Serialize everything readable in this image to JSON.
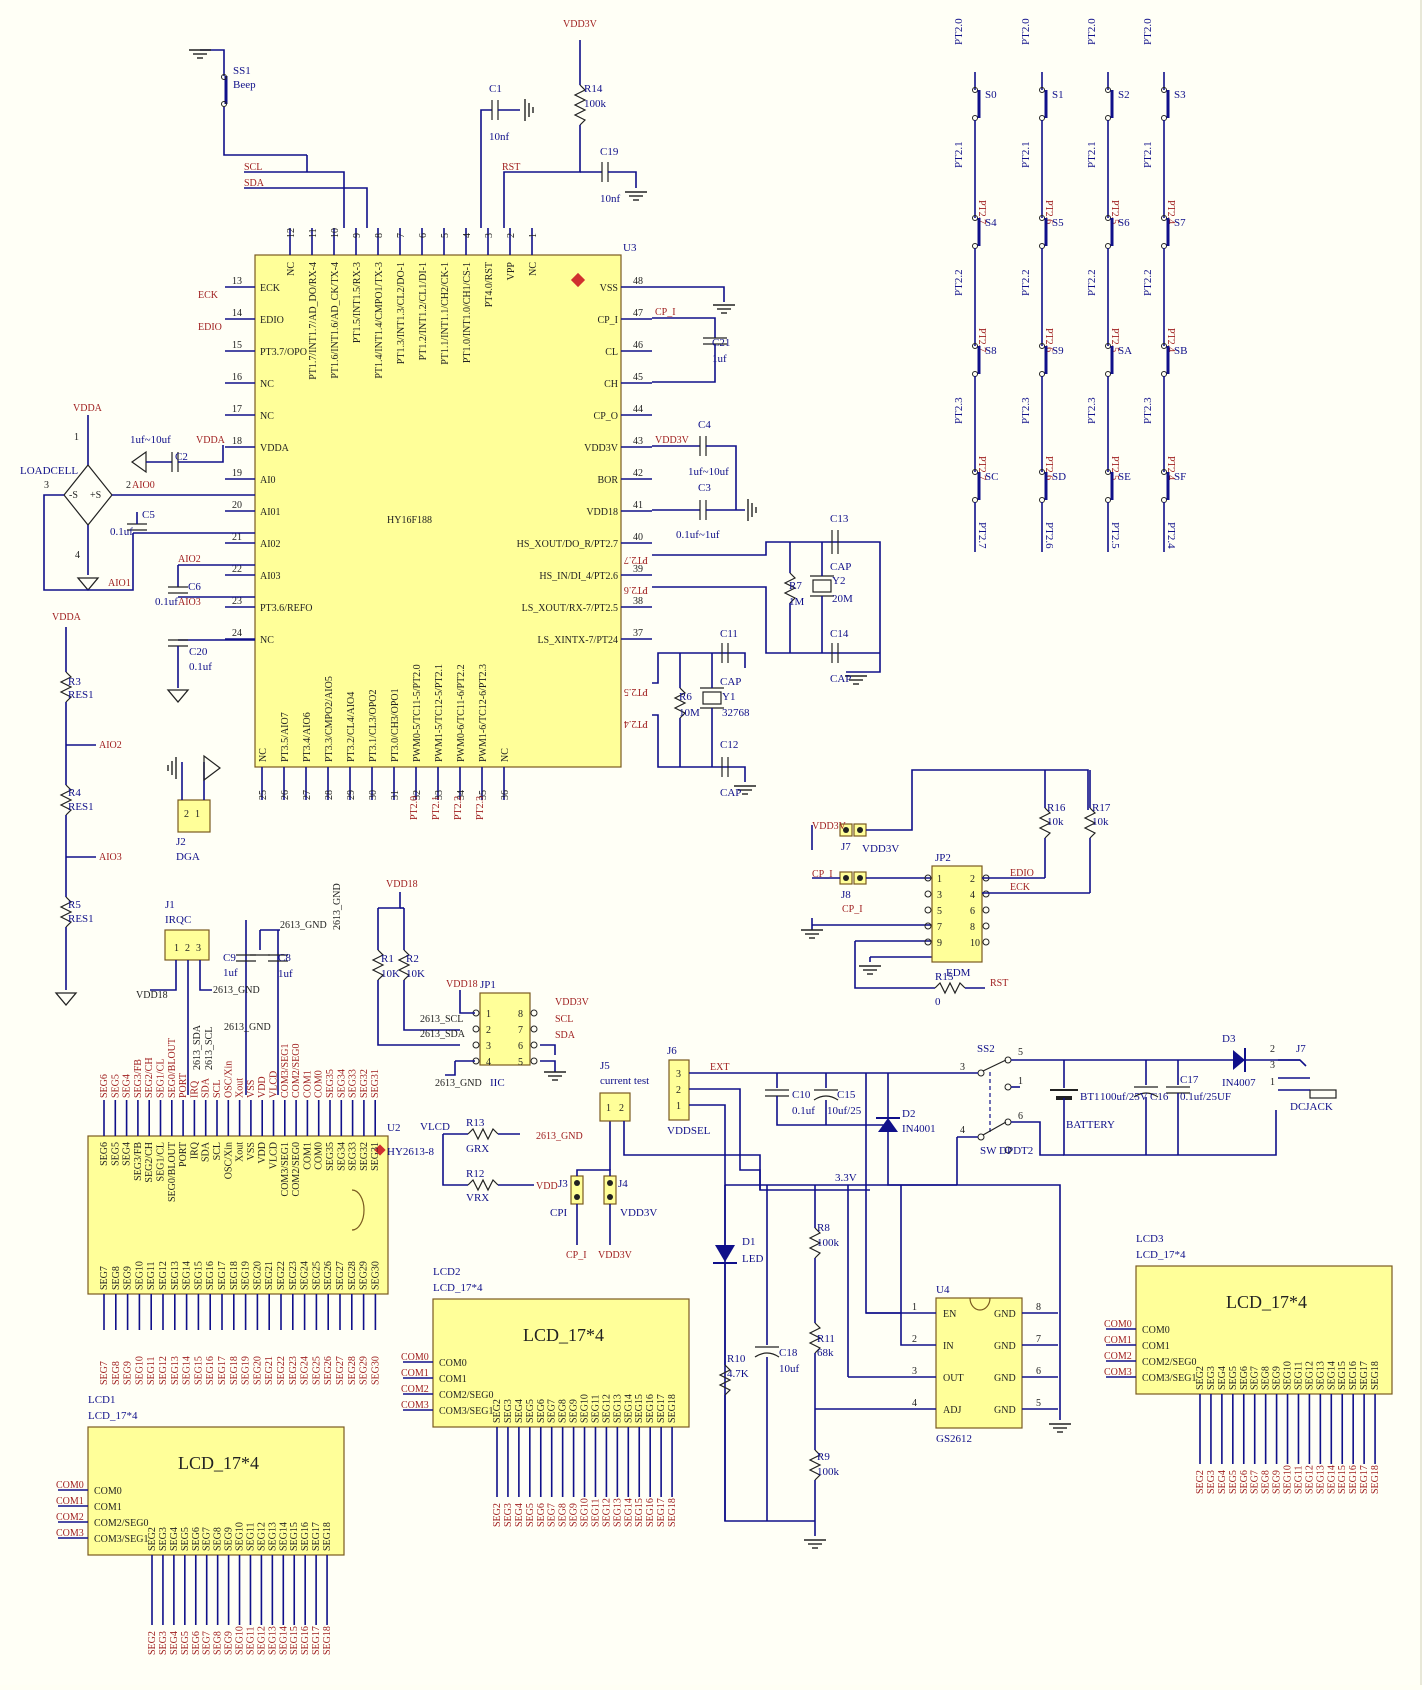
{
  "colors": {
    "wire": "#10108a",
    "body": "#ffff99",
    "net": "#a02020",
    "background": "#fffff6"
  },
  "u3": {
    "ref": "U3",
    "name": "HY16F188",
    "left_pins": [
      {
        "num": "13",
        "label": "ECK",
        "net": "ECK"
      },
      {
        "num": "14",
        "label": "EDIO",
        "net": "EDIO"
      },
      {
        "num": "15",
        "label": "PT3.7/OPO",
        "net": ""
      },
      {
        "num": "16",
        "label": "NC",
        "net": ""
      },
      {
        "num": "17",
        "label": "NC",
        "net": ""
      },
      {
        "num": "18",
        "label": "VDDA",
        "net": "VDDA"
      },
      {
        "num": "19",
        "label": "AI0",
        "net": ""
      },
      {
        "num": "20",
        "label": "AI01",
        "net": ""
      },
      {
        "num": "21",
        "label": "AI02",
        "net": "AIO2"
      },
      {
        "num": "22",
        "label": "AI03",
        "net": "AIO3"
      },
      {
        "num": "23",
        "label": "PT3.6/REFO",
        "net": ""
      },
      {
        "num": "24",
        "label": "NC",
        "net": ""
      }
    ],
    "right_pins": [
      {
        "num": "48",
        "label": "VSS",
        "net": ""
      },
      {
        "num": "47",
        "label": "CP_I",
        "net": "CP_I"
      },
      {
        "num": "46",
        "label": "CL",
        "net": ""
      },
      {
        "num": "45",
        "label": "CH",
        "net": ""
      },
      {
        "num": "44",
        "label": "CP_O",
        "net": ""
      },
      {
        "num": "43",
        "label": "VDD3V",
        "net": "VDD3V"
      },
      {
        "num": "42",
        "label": "BOR",
        "net": ""
      },
      {
        "num": "41",
        "label": "VDD18",
        "net": ""
      },
      {
        "num": "40",
        "label": "HS_XOUT/DO_R/PT2.7",
        "net": "PT2.7"
      },
      {
        "num": "39",
        "label": "HS_IN/DI_4/PT2.6",
        "net": "PT2.6"
      },
      {
        "num": "38",
        "label": "LS_XOUT/RX-7/PT2.5",
        "net": "PT2.5"
      },
      {
        "num": "37",
        "label": "LS_XINTX-7/PT24",
        "net": "PT2.4"
      }
    ],
    "top_pins": [
      {
        "num": "12",
        "label": "NC"
      },
      {
        "num": "11",
        "label": "PT1.7/INT1.7/AD_DO/RX-4"
      },
      {
        "num": "10",
        "label": "PT1.6/INT1.6/AD_CK/TX-4"
      },
      {
        "num": "9",
        "label": "PT1.5/INT1.5/RX-3"
      },
      {
        "num": "8",
        "label": "PT1.4/INT1.4/CMPO1/TX-3"
      },
      {
        "num": "7",
        "label": "PT1.3/INT1.3/CL2/DO-1"
      },
      {
        "num": "6",
        "label": "PT1.2/INT1.2/CL1/DI-1"
      },
      {
        "num": "5",
        "label": "PT1.1/INT1.1/CH2/CK-1"
      },
      {
        "num": "4",
        "label": "PT1.0/INT1.0/CH1/CS-1"
      },
      {
        "num": "3",
        "label": "PT4.0/RST"
      },
      {
        "num": "2",
        "label": "VPP"
      },
      {
        "num": "1",
        "label": "NC"
      }
    ],
    "bottom_pins": [
      {
        "num": "25",
        "label": "NC"
      },
      {
        "num": "26",
        "label": "PT3.5/AIO7"
      },
      {
        "num": "27",
        "label": "PT3.4/AIO6"
      },
      {
        "num": "28",
        "label": "PT3.3/CMPO2/AIO5"
      },
      {
        "num": "29",
        "label": "PT3.2/CL4/AIO4"
      },
      {
        "num": "30",
        "label": "PT3.1/CL3/OPO2"
      },
      {
        "num": "31",
        "label": "PT3.0/CH3/OPO1"
      },
      {
        "num": "32",
        "label": "PWM0-5/TC11-5/PT2.0"
      },
      {
        "num": "33",
        "label": "PWM1-5/TC12-5/PT2.1"
      },
      {
        "num": "34",
        "label": "PWM0-6/TC11-6/PT2.2"
      },
      {
        "num": "35",
        "label": "PWM1-6/TC12-6/PT2.3"
      },
      {
        "num": "36",
        "label": "NC"
      }
    ],
    "bottom_nets": [
      "PT2.0",
      "PT2.1",
      "PT2.2",
      "PT2.3"
    ]
  },
  "top_parts": {
    "ss1": "SS1",
    "ss1_name": "Beep",
    "scl": "SCL",
    "sda": "SDA",
    "c1": "C1",
    "c1_val": "10nf",
    "r14": "R14",
    "r14_val": "100k",
    "vdd3v": "VDD3V",
    "rst": "RST",
    "c19": "C19",
    "c19_val": "10nf",
    "cp_i": "CP_I",
    "c21": "C21",
    "c21_val": "1uf",
    "c4": "C4",
    "c4_val": "1uf~10uf",
    "vdd3v_b": "VDD3V",
    "c3": "C3",
    "c3_val": "0.1uf~1uf"
  },
  "left_parts": {
    "eck": "ECK",
    "edio": "EDIO",
    "vdda": "VDDA",
    "vdda2": "VDDA",
    "c2_val": "1uf~10uf",
    "c2": "C2",
    "loadcell": "LOADCELL",
    "lc_n1": "1",
    "lc_n2": "2",
    "lc_n3": "3",
    "lc_n4": "4",
    "aio0": "AIO0",
    "aio1": "AIO1",
    "c5": "C5",
    "c5_val": "0.1uf",
    "aio2": "AIO2",
    "aio3": "AIO3",
    "c6": "C6",
    "c6_val": "0.1uf",
    "c20": "C20",
    "c20_val": "0.1uf",
    "vdda3": "VDDA",
    "r3": "R3",
    "r4": "R4",
    "r5": "R5",
    "res1": "RES1",
    "aio2b": "AIO2",
    "aio3b": "AIO3",
    "j2": "J2",
    "dga": "DGA"
  },
  "xtal": {
    "c13": "C13",
    "c14": "C14",
    "cap": "CAP",
    "y2": "Y2",
    "y2_val": "20M",
    "r7": "R7",
    "r7_val": "1M",
    "c11": "C11",
    "c12": "C12",
    "y1": "Y1",
    "y1_val": "32768",
    "r6": "R6",
    "r6_val": "10M"
  },
  "keys": {
    "switches": [
      "S0",
      "S1",
      "S2",
      "S3",
      "S4",
      "S5",
      "S6",
      "S7",
      "S8",
      "S9",
      "SA",
      "SB",
      "SC",
      "SD",
      "SE",
      "SF"
    ],
    "row_nets": [
      "PT2.0",
      "PT2.1",
      "PT2.2",
      "PT2.3"
    ],
    "col_nets": [
      "PT2.7",
      "PT2.6",
      "PT2.5",
      "PT2.4"
    ]
  },
  "edm": {
    "vdd3v": "VDD3V",
    "j7": "J7",
    "vdd3v_b": "VDD3V",
    "cp_i": "CP_I",
    "j8": "J8",
    "cp_i_b": "CP_I",
    "jp2": "JP2",
    "name": "EDM",
    "edio": "EDIO",
    "eck": "ECK",
    "r16": "R16",
    "r16_val": "10k",
    "r17": "R17",
    "r17_val": "10k",
    "r15": "R15",
    "r15_val": "0",
    "rst": "RST",
    "pins_left": [
      "1",
      "3",
      "5",
      "7",
      "9"
    ],
    "pins_right": [
      "2",
      "4",
      "6",
      "8",
      "10"
    ]
  },
  "hy2613": {
    "j1": "J1",
    "irqc": "IRQC",
    "c9": "C9",
    "c9_val": "1uf",
    "c8": "C8",
    "c8_val": "1uf",
    "gnd1": "2613_GND",
    "gnd2": "2613_GND",
    "gnd3": "2613_GND",
    "vdd18": "VDD18",
    "sda": "2613_SDA",
    "scl": "2613_SCL",
    "vdd18_b": "VDD18",
    "r1": "R1",
    "r1_val": "10K",
    "r2": "R2",
    "r2_val": "10K",
    "jp1": "JP1",
    "iic": "IIC",
    "vdd18_c": "VDD18",
    "vdd3v": "VDD3V",
    "scl2": "SCL",
    "sda2": "SDA",
    "scl3": "2613_SCL",
    "sda3": "2613_SDA",
    "gnd4": "2613_GND",
    "u2": "U2",
    "name": "HY2613-8",
    "vlcd": "VLCD",
    "r13": "R13",
    "r13_val": "GRX",
    "r12": "R12",
    "r12_val": "VRX",
    "vdd": "VDD",
    "gnd5": "2613_GND",
    "j3": "J3",
    "j4": "J4",
    "cpi": "CPI",
    "vdd3v_b": "VDD3V",
    "cp_i": "CP_I",
    "vdd3v_c": "VDD3V",
    "j5": "J5",
    "j5_name": "current test",
    "top_pins": [
      "SEG6",
      "SEG5",
      "SEG4",
      "SEG3/FB",
      "SEG2/CH",
      "SEG1/CL",
      "SEG0/BLOUT",
      "PORT",
      "IRQ",
      "SDA",
      "SCL",
      "OSC/Xin",
      "Xout",
      "VSS",
      "VDD",
      "VLCD",
      "COM3/SEG1",
      "COM2/SEG0",
      "COM1",
      "COM0",
      "SEG35",
      "SEG34",
      "SEG33",
      "SEG32",
      "SEG31"
    ],
    "bottom_pins": [
      "SEG7",
      "SEG8",
      "SEG9",
      "SEG10",
      "SEG11",
      "SEG12",
      "SEG13",
      "SEG14",
      "SEG15",
      "SEG16",
      "SEG17",
      "SEG18",
      "SEG19",
      "SEG20",
      "SEG21",
      "SEG22",
      "SEG23",
      "SEG24",
      "SEG25",
      "SEG26",
      "SEG27",
      "SEG28",
      "SEG29",
      "SEG30"
    ]
  },
  "power": {
    "j6": "J6",
    "vddsel": "VDDSEL",
    "ext": "EXT",
    "c10": "C10",
    "c10_val": "0.1uf",
    "c15": "C15",
    "c15_val": "10uf/25",
    "ss2": "SS2",
    "sw": "SW DPDT2",
    "bt1": "BT1",
    "battery": "BATTERY",
    "c16": "C16",
    "c16_val": "100uf/25V",
    "c17": "C17",
    "c17_val": "0.1uf/25UF",
    "d3": "D3",
    "d3_val": "IN4007",
    "j7": "J7",
    "dcjack": "DCJACK",
    "d2": "D2",
    "d2_val": "IN4001",
    "v33": "3.3V",
    "d1": "D1",
    "led": "LED",
    "r8": "R8",
    "r8_val": "100k",
    "r11": "R11",
    "r11_val": "68k",
    "r9": "R9",
    "r9_val": "100k",
    "r10": "R10",
    "r10_val": "4.7K",
    "c18": "C18",
    "c18_val": "10uf",
    "u4": "U4",
    "u4_name": "GS2612",
    "en": "EN",
    "in": "IN",
    "out": "OUT",
    "adj": "ADJ",
    "gnd": "GND"
  },
  "lcds": [
    {
      "ref": "LCD1",
      "part": "LCD_17*4",
      "title": "LCD_17*4"
    },
    {
      "ref": "LCD2",
      "part": "LCD_17*4",
      "title": "LCD_17*4"
    },
    {
      "ref": "LCD3",
      "part": "LCD_17*4",
      "title": "LCD_17*4"
    }
  ],
  "lcd_pins": {
    "coms": [
      "COM0",
      "COM1",
      "COM2/SEG0",
      "COM3/SEG1"
    ],
    "com_nets": [
      "COM0",
      "COM1",
      "COM2",
      "COM3"
    ],
    "segs": [
      "SEG2",
      "SEG3",
      "SEG4",
      "SEG5",
      "SEG6",
      "SEG7",
      "SEG8",
      "SEG9",
      "SEG10",
      "SEG11",
      "SEG12",
      "SEG13",
      "SEG14",
      "SEG15",
      "SEG16",
      "SEG17",
      "SEG18"
    ]
  }
}
